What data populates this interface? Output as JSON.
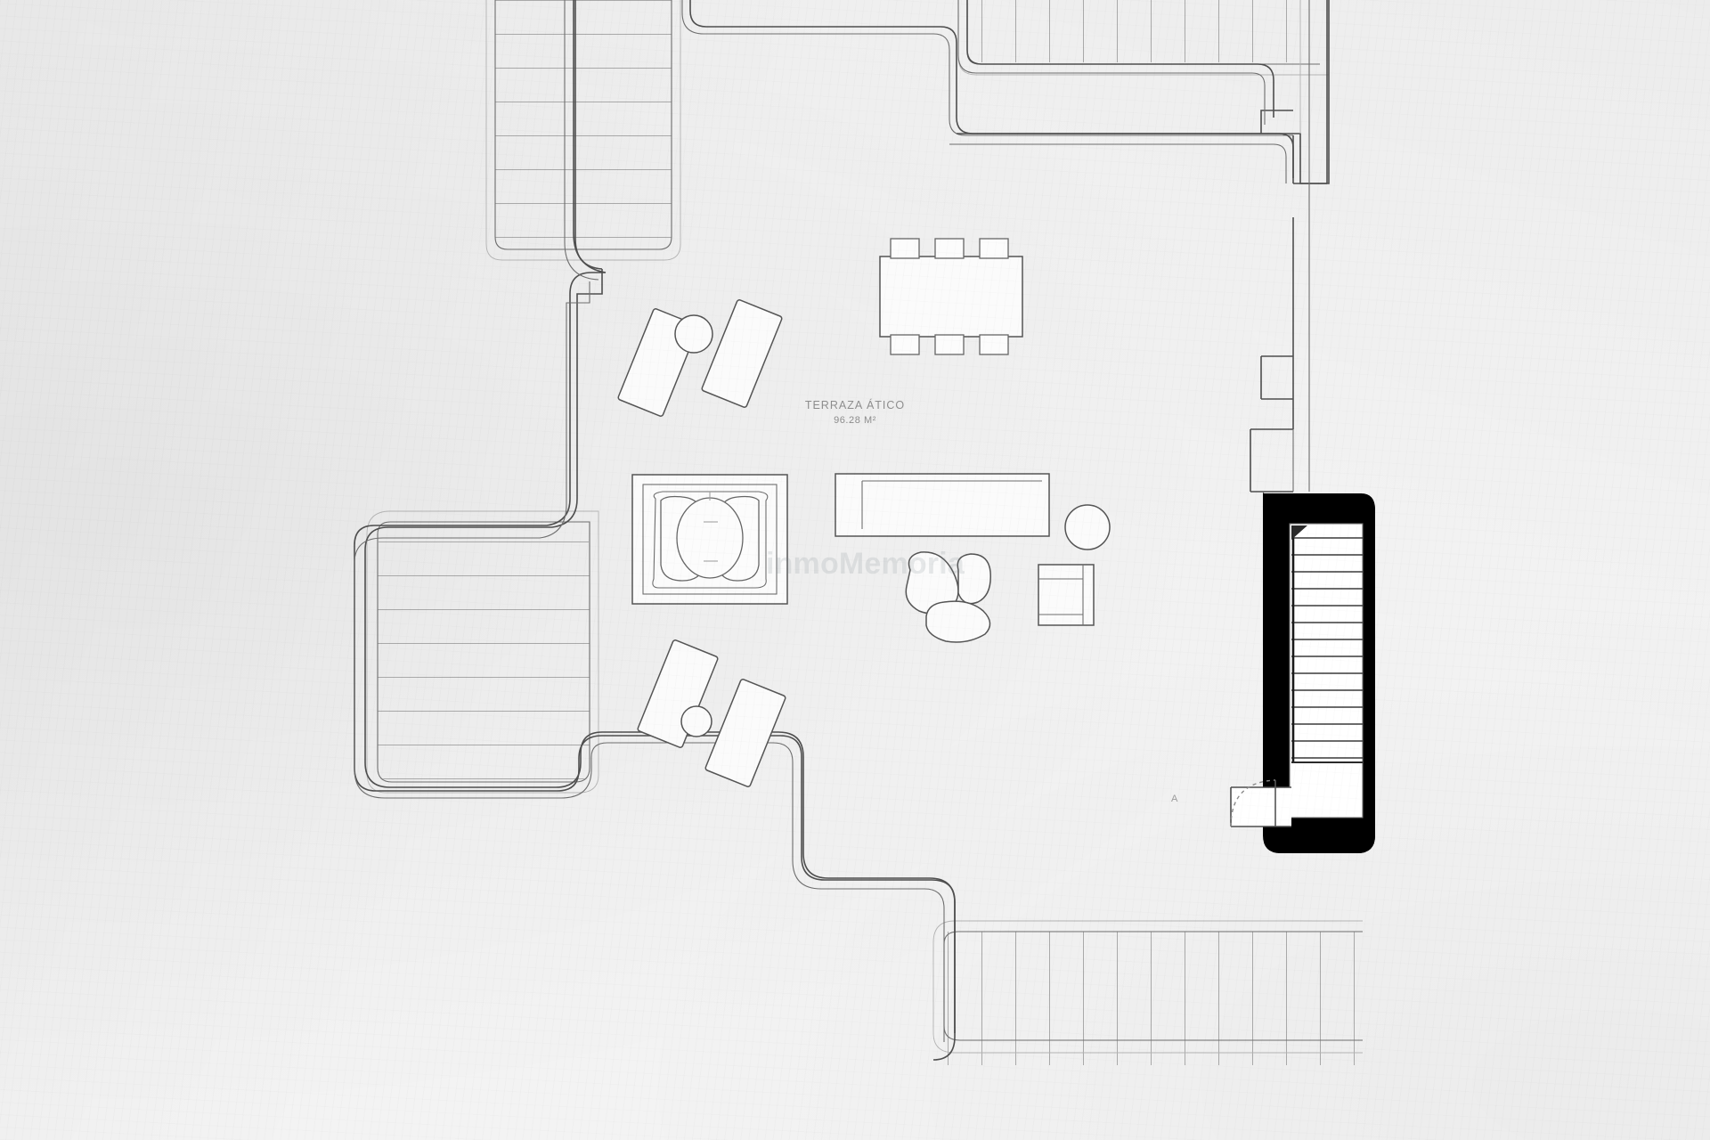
{
  "document": {
    "kind": "architectural-floor-plan",
    "sheet_background": "#f3f3f3",
    "line_color": "#4a4a4a",
    "wall_fill_color": "#000000"
  },
  "labels": {
    "area_name": "TERRAZA ÁTICO",
    "area_size": "96.28 m²",
    "door_tag": "A"
  },
  "watermark": {
    "text": "inmoMemoria",
    "color": "rgba(120,128,138,0.16)"
  },
  "rooms": [
    {
      "id": "terraza-atico",
      "name": "TERRAZA ÁTICO",
      "area": "96.28 m²",
      "type": "outdoor-terrace"
    }
  ],
  "decking_zones": [
    {
      "id": "deck-top-left",
      "slat_direction": "horizontal",
      "slat_count": 11
    },
    {
      "id": "deck-left",
      "slat_direction": "horizontal",
      "slat_count": 7
    },
    {
      "id": "deck-top-right",
      "slat_direction": "vertical",
      "slat_count": 9
    },
    {
      "id": "deck-bottom-right",
      "slat_direction": "vertical",
      "slat_count": 13
    }
  ],
  "furniture": [
    {
      "id": "dining-table",
      "name": "dining-table",
      "chairs": 6
    },
    {
      "id": "lounger-upper-left",
      "name": "sun-lounger"
    },
    {
      "id": "lounger-upper-right",
      "name": "sun-lounger"
    },
    {
      "id": "side-table-upper",
      "name": "round-side-table"
    },
    {
      "id": "lounger-lower-left",
      "name": "sun-lounger"
    },
    {
      "id": "lounger-lower-right",
      "name": "sun-lounger"
    },
    {
      "id": "side-table-lower",
      "name": "round-side-table"
    },
    {
      "id": "jacuzzi",
      "name": "jacuzzi-hot-tub"
    },
    {
      "id": "sofa-bench",
      "name": "outdoor-sofa"
    },
    {
      "id": "round-stool",
      "name": "round-stool"
    },
    {
      "id": "pebble-table-large",
      "name": "pebble-coffee-table"
    },
    {
      "id": "pebble-table-small",
      "name": "pebble-coffee-table"
    },
    {
      "id": "pebble-table-mid",
      "name": "pebble-coffee-table"
    },
    {
      "id": "armchair",
      "name": "armchair"
    }
  ],
  "circulation": {
    "stair_well": {
      "id": "stairwell",
      "name": "interior-staircase",
      "step_count": 14,
      "wall_fill": "#000000"
    },
    "door": {
      "id": "terrace-door",
      "name": "terrace-access-door",
      "tag": "A",
      "swing": "arc"
    }
  }
}
